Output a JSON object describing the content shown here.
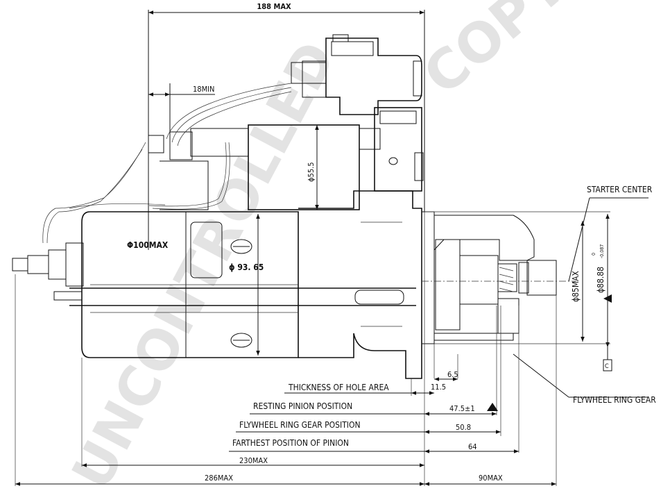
{
  "dimensions": {
    "overall_188": "188 MAX",
    "min_18": "18MIN",
    "dia_55": "ϕ55.5",
    "dia_100": "Φ100MAX",
    "dia_93": "ϕ 93. 65",
    "dia_85": "ϕ85MAX",
    "dia_88": "ϕ88.88",
    "dia_88_tol_upper": "0",
    "dia_88_tol_lower": "-0.087",
    "d_6_5": "6.5",
    "d_11_5": "11.5",
    "d_47_5": "47.5±1",
    "d_50_8": "50.8",
    "d_64": "64",
    "d_230": "230MAX",
    "d_286": "286MAX",
    "d_90": "90MAX"
  },
  "labels": {
    "starter_center": "STARTER CENTER",
    "thickness": "THICKNESS OF HOLE AREA",
    "resting": "RESTING PINION POSITION",
    "flywheel_pos": "FLYWHEEL RING GEAR POSITION",
    "farthest": "FARTHEST POSITION OF  PINION",
    "flywheel_gear": "FLYWHEEL RING GEAR",
    "datum": "C"
  },
  "watermark": {
    "line1": "UNCONTROLLED",
    "line2": "COPY"
  }
}
